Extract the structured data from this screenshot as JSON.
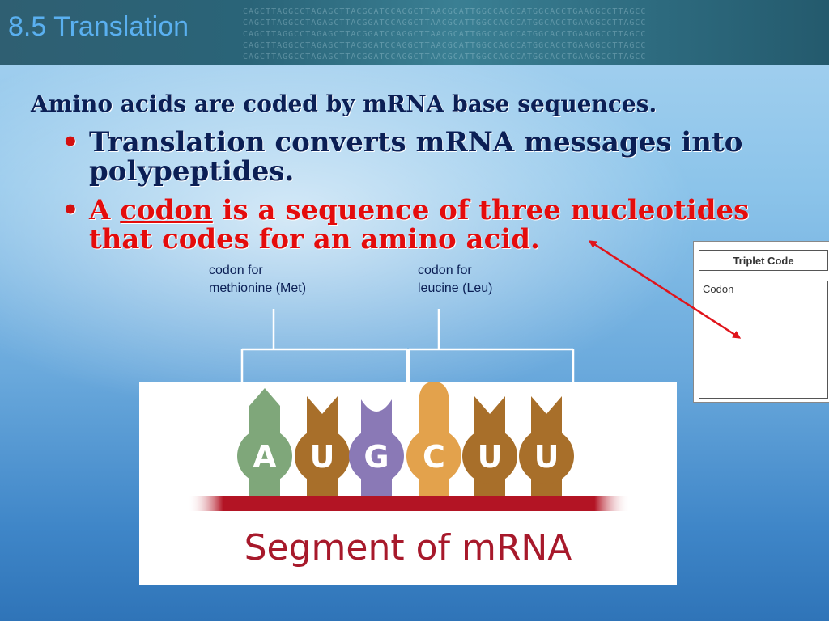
{
  "slide": {
    "title": "8.5 Translation",
    "subtitle": "Amino acids are coded by mRNA base sequences.",
    "bullets": {
      "b1": "Translation converts mRNA messages into polypeptides.",
      "b2_pre": "A ",
      "b2_term": "codon",
      "b2_post": " is a sequence of three nucleotides that codes for an amino acid."
    },
    "bullet_glyph": "•"
  },
  "callouts": {
    "met_line1": "codon for",
    "met_line2": "methionine (Met)",
    "leu_line1": "codon for",
    "leu_line2": "leucine (Leu)"
  },
  "mrna": {
    "caption": "Segment of mRNA",
    "bases": [
      {
        "letter": "A",
        "color": "#7fa77a"
      },
      {
        "letter": "U",
        "color": "#a86f2a"
      },
      {
        "letter": "G",
        "color": "#8a79b6"
      },
      {
        "letter": "C",
        "color": "#e3a24c"
      },
      {
        "letter": "U",
        "color": "#a86f2a"
      },
      {
        "letter": "U",
        "color": "#a86f2a"
      }
    ]
  },
  "triplet": {
    "header": "Triplet Code",
    "label": "Codon"
  },
  "background_text": "CAGCTTAGGCCTAGAGCTTACGGATCCAGGCTTAACGCATTGGCCAGCCATGGCACCTGAAGGCCTTAGCC",
  "colors": {
    "title": "#5ab0f0",
    "text_dark": "#0b1f55",
    "text_red": "#e40c0c",
    "arrow": "#e0141b",
    "backbone": "#b31424",
    "caption": "#a7192b"
  }
}
